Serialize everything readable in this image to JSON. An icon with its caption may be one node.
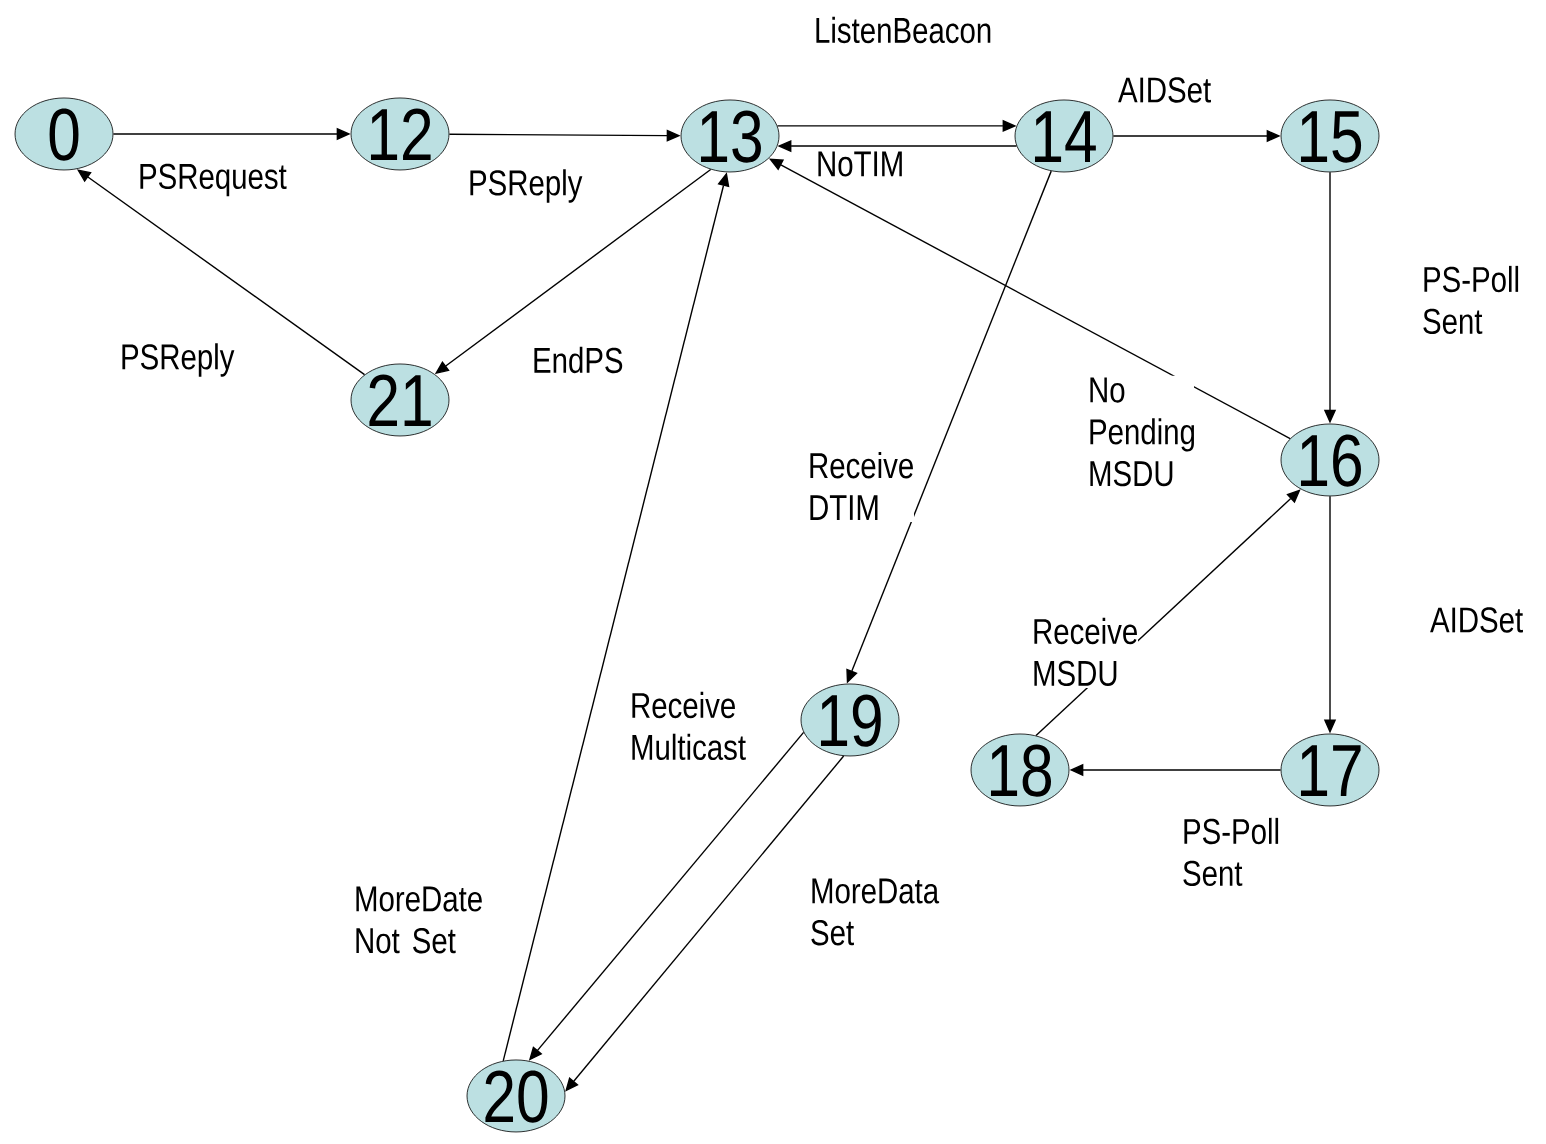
{
  "diagram": {
    "nodes": [
      {
        "text": [
          "0"
        ]
      },
      {
        "text": [
          "12"
        ]
      },
      {
        "text": [
          "13"
        ]
      },
      {
        "text": [
          "14"
        ]
      },
      {
        "text": [
          "15"
        ]
      },
      {
        "text": [
          "21"
        ]
      },
      {
        "text": [
          "16"
        ]
      },
      {
        "text": [
          "19"
        ]
      },
      {
        "text": [
          "18"
        ]
      },
      {
        "text": [
          "17"
        ]
      },
      {
        "text": [
          "20"
        ]
      }
    ],
    "edges": [
      {
        "from": 0,
        "to": 1,
        "arrow": "to",
        "label": "PSRequest"
      },
      {
        "from": 1,
        "to": 2,
        "arrow": "to",
        "label": "PSReply"
      },
      {
        "from": 2,
        "to": 3,
        "arrow": "to",
        "label": "ListenBeacon"
      },
      {
        "from": 3,
        "to": 2,
        "arrow": "to",
        "label": "NoTIM"
      },
      {
        "from": 3,
        "to": 4,
        "arrow": "to",
        "label": "AIDSet"
      },
      {
        "from": 4,
        "to": 6,
        "arrow": "to",
        "label": "PS-Poll Sent"
      },
      {
        "from": 6,
        "to": 2,
        "arrow": "to",
        "label": "No Pending MSDU"
      },
      {
        "from": 2,
        "to": 5,
        "arrow": "to",
        "label": "EndPS"
      },
      {
        "from": 5,
        "to": 0,
        "arrow": "to",
        "label": "PSReply"
      },
      {
        "from": 3,
        "to": 7,
        "arrow": "to",
        "label": "Receive DTIM"
      },
      {
        "from": 7,
        "to": 10,
        "arrow": "to",
        "label": "Receive Multicast"
      },
      {
        "from": 7,
        "to": 10,
        "arrow": "to",
        "label": "MoreData Set"
      },
      {
        "from": 10,
        "to": 2,
        "arrow": "to",
        "label": "MoreDate Not Set"
      },
      {
        "from": 6,
        "to": 9,
        "arrow": "to",
        "label": "AIDSet"
      },
      {
        "from": 9,
        "to": 8,
        "arrow": "to",
        "label": "PS-Poll Sent"
      },
      {
        "from": 8,
        "to": 6,
        "arrow": "to",
        "label": "Receive MSDU"
      }
    ]
  }
}
